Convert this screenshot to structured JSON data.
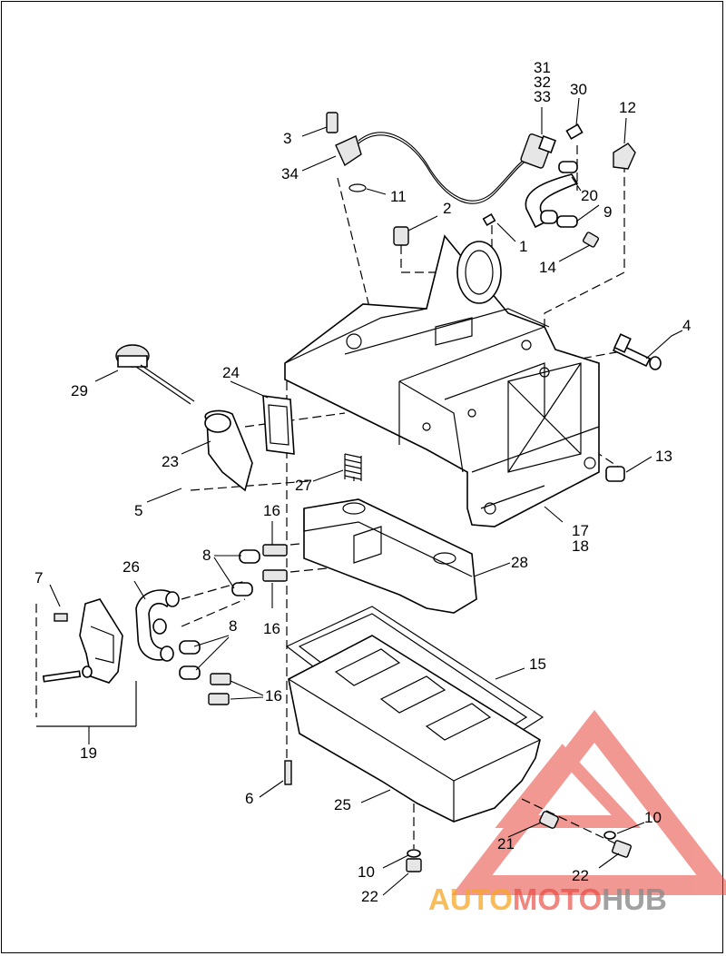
{
  "labels": {
    "l1": "1",
    "l2": "2",
    "l3": "3",
    "l4": "4",
    "l5": "5",
    "l6": "6",
    "l7": "7",
    "l8a": "8",
    "l8b": "8",
    "l9": "9",
    "l10a": "10",
    "l10b": "10",
    "l11": "11",
    "l12": "12",
    "l13": "13",
    "l14": "14",
    "l15": "15",
    "l16a": "16",
    "l16b": "16",
    "l16c": "16",
    "l17": "17",
    "l18": "18",
    "l19": "19",
    "l20": "20",
    "l21": "21",
    "l22a": "22",
    "l22b": "22",
    "l23": "23",
    "l24": "24",
    "l25": "25",
    "l26": "26",
    "l27": "27",
    "l28": "28",
    "l29": "29",
    "l30": "30",
    "l31": "31",
    "l32": "32",
    "l33": "33",
    "l34": "34"
  },
  "watermark": {
    "part1": "AUTO",
    "part2": "MOTO",
    "part3": "HUB"
  },
  "colors": {
    "watermark_red": "#e8453c",
    "watermark_orange": "#f5a623",
    "watermark_gray": "#8a8a8a"
  }
}
